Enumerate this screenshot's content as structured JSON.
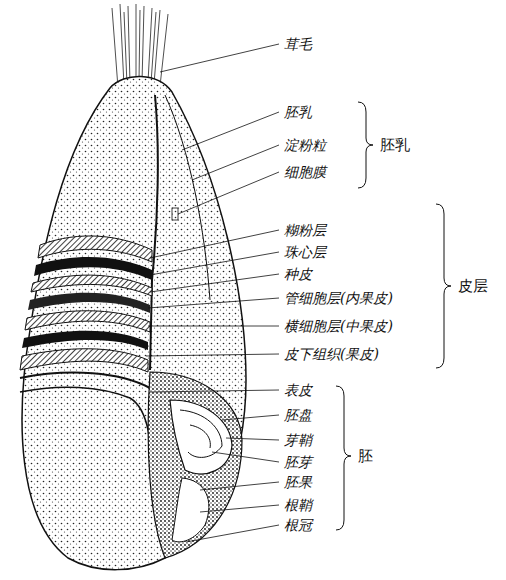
{
  "diagram": {
    "labels": [
      "茸毛",
      "胚乳",
      "淀粉粒",
      "细胞膜",
      "胚乳",
      "糊粉层",
      "珠心层",
      "种皮",
      "管细胞层(内果皮)",
      "横细胞层(中果皮)",
      "皮下组织(果皮)",
      "皮层",
      "表皮",
      "胚盘",
      "芽鞘",
      "胚芽",
      "胚",
      "胚果",
      "根鞘",
      "根冠"
    ]
  }
}
